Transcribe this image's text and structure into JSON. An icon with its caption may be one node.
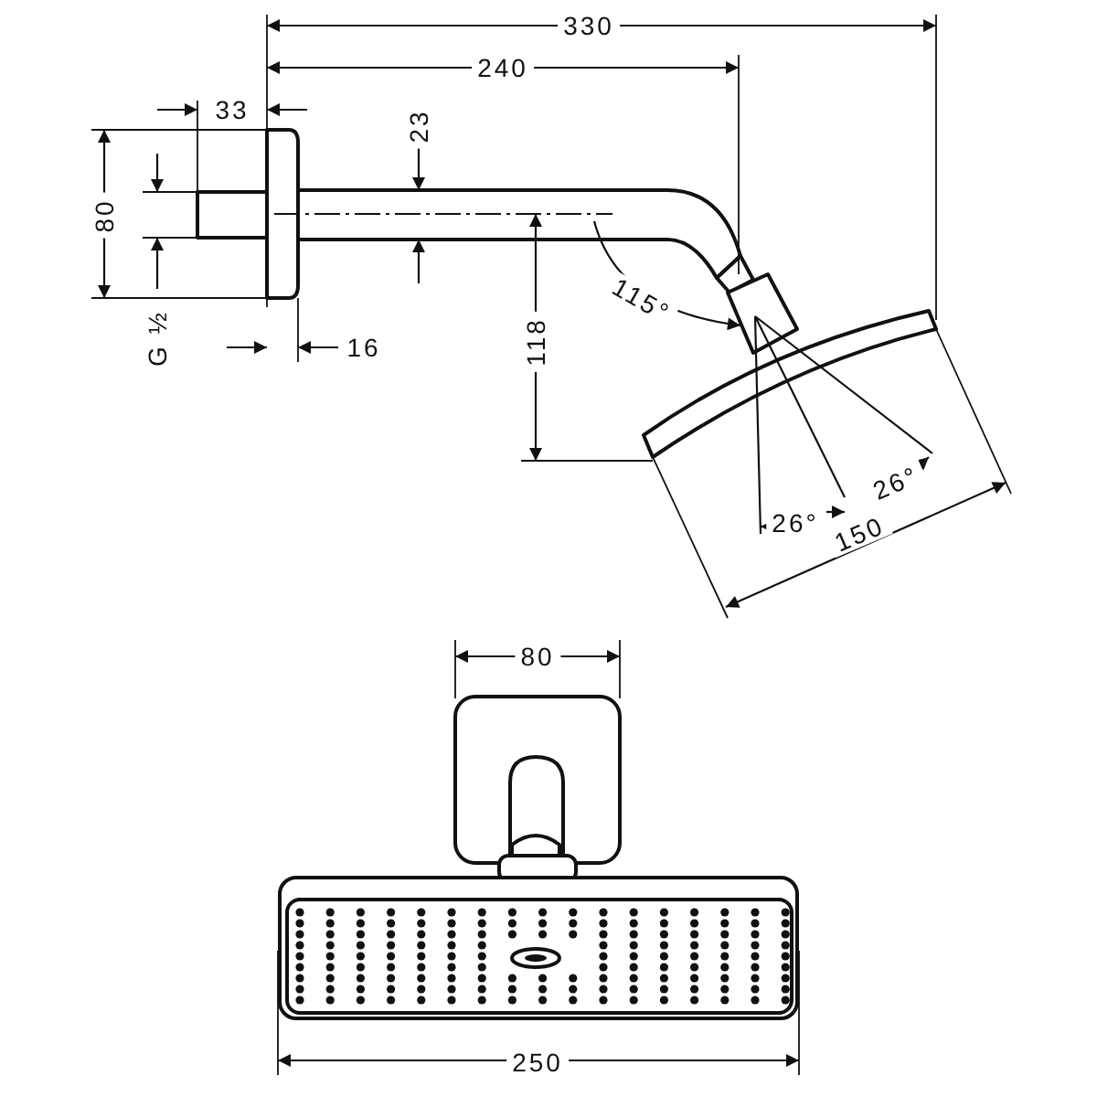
{
  "diagram": {
    "labels": [
      "330",
      "240",
      "33",
      "23",
      "80",
      "G ½",
      "16",
      "118",
      "115°",
      "26°",
      "26°",
      "150",
      "80",
      "250"
    ]
  }
}
